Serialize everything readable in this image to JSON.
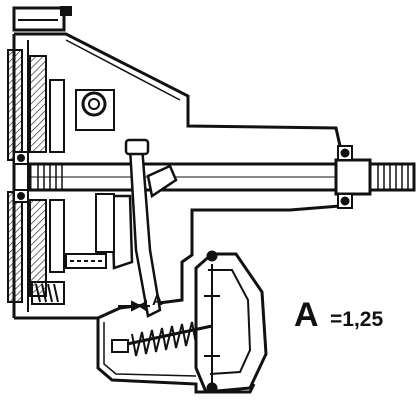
{
  "diagram": {
    "labels": {
      "gap_marker": "A",
      "spec_letter": "A",
      "spec_value": "=1,25"
    },
    "colors": {
      "ink": "#111111",
      "paper": "#ffffff",
      "hatch": "#222222"
    }
  }
}
